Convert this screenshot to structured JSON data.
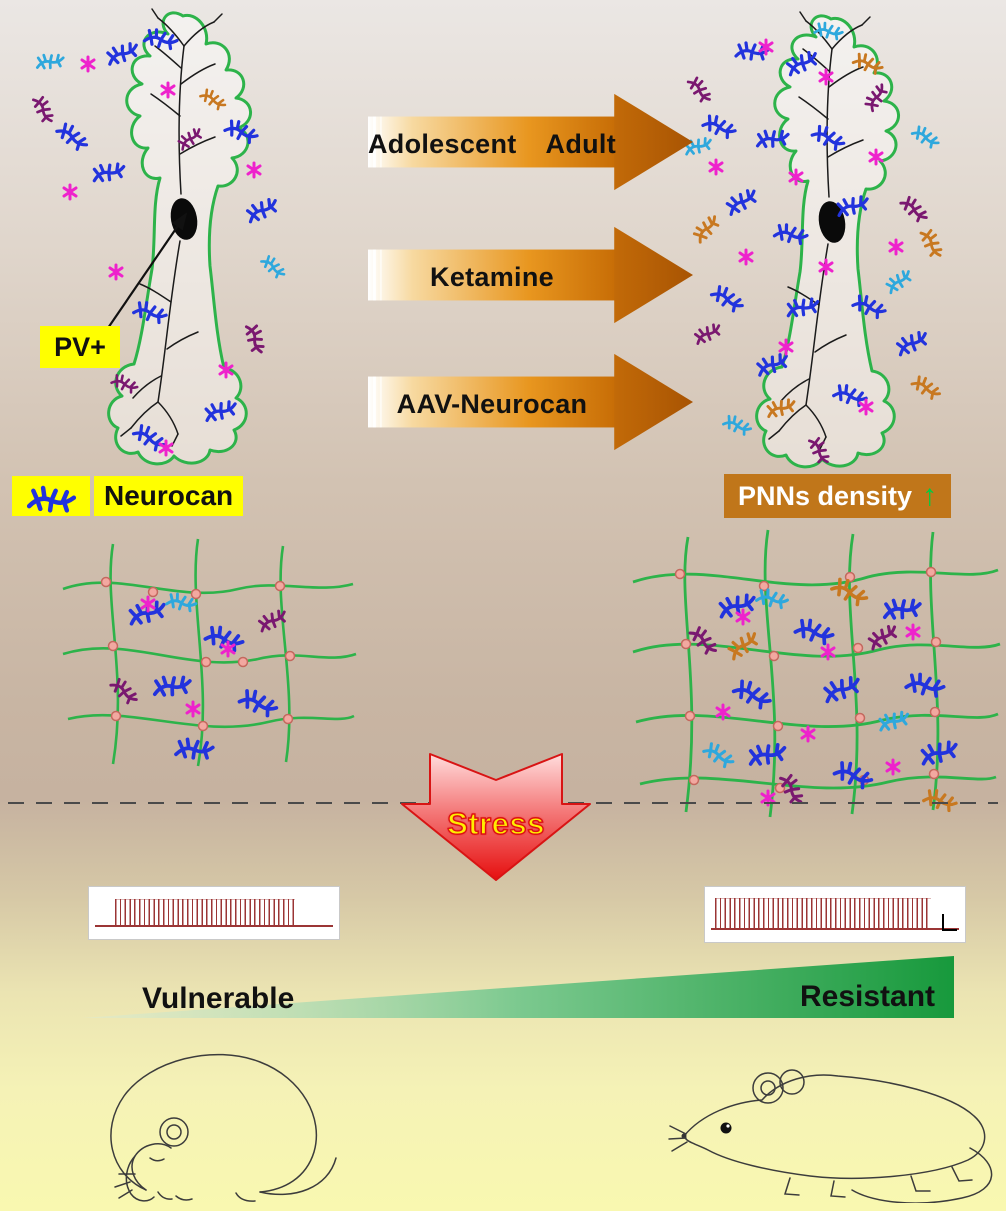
{
  "top_section": {
    "arrow_labels": [
      {
        "left": "Adolescent",
        "right": "Adult"
      },
      {
        "label": "Ketamine"
      },
      {
        "label": "AAV-Neurocan"
      }
    ],
    "pv_label": "PV+",
    "neurocan_legend_label": "Neurocan",
    "pnn_density_label": "PNNs density",
    "pnn_density_up_arrow": "↑"
  },
  "middle_section": {
    "stress_label": "Stress"
  },
  "bottom_section": {
    "vulnerable_label": "Vulnerable",
    "resistant_label": "Resistant"
  },
  "icons": {
    "neurocan_molecule": "branched-proteoglycan-glyph",
    "pnn_node_dot": "link-protein-dot",
    "up_arrow": "↑"
  },
  "colors": {
    "highlight_yellow": "#ffff00",
    "pnn_box_orange": "#c0761a",
    "pnn_net_green": "#2db34a",
    "neurocan_blue": "#2233dd",
    "molecule_magenta": "#ee22cc",
    "molecule_purple": "#7a1870",
    "molecule_cyan": "#2ea8dd",
    "molecule_orange": "#c87820",
    "gradient_arrow_orange": "#c76d06",
    "stress_red": "#e61111",
    "stress_text_yellow": "#ffee00",
    "trace_dark_red": "#9b3535",
    "wedge_green": "#17993c"
  }
}
